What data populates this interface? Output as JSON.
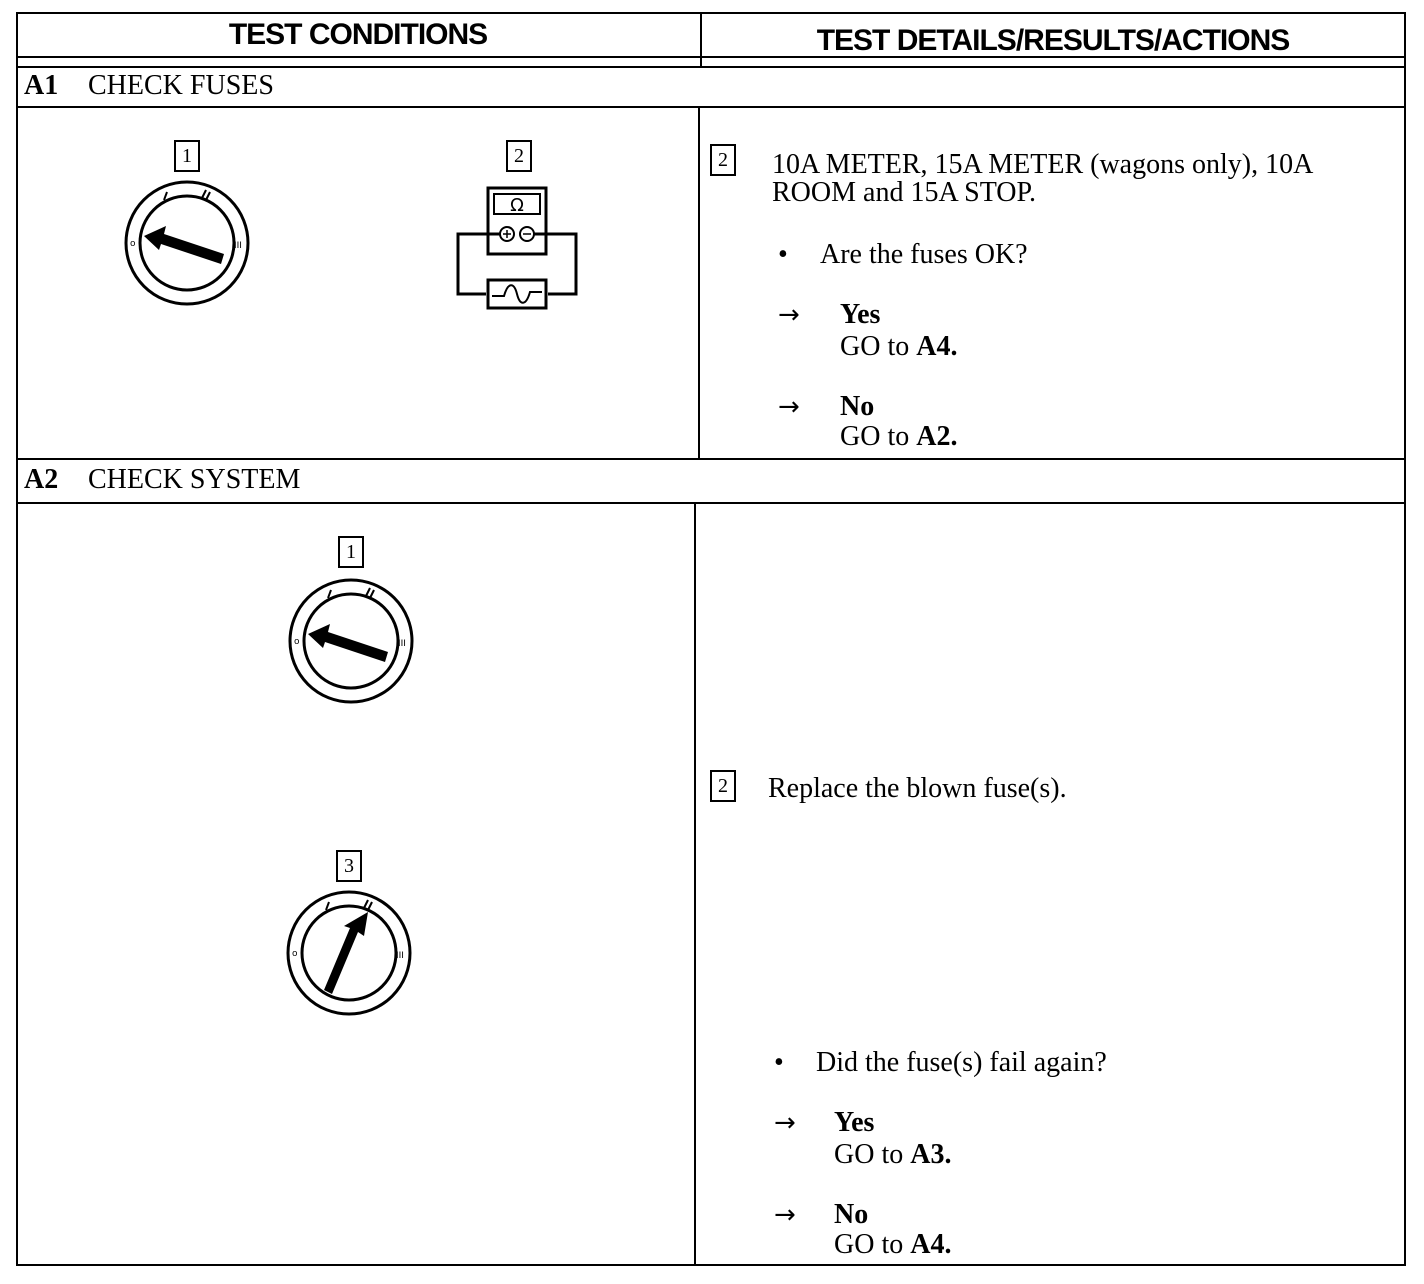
{
  "header": {
    "left": "TEST CONDITIONS",
    "right": "TEST DETAILS/RESULTS/ACTIONS"
  },
  "sections": [
    {
      "id": "A1",
      "title": "CHECK FUSES",
      "figure_labels": [
        "1",
        "2"
      ],
      "meter_symbol": "Ω",
      "step_box": "2",
      "step_text_line1": "10A METER, 15A METER (wagons only), 10A",
      "step_text_line2": "ROOM and 15A STOP.",
      "question_bullet": "•",
      "question": "Are the fuses OK?",
      "yes_label": "Yes",
      "yes_action_prefix": "GO to",
      "yes_action_target": "A4.",
      "no_label": "No",
      "no_action_prefix": "GO to",
      "no_action_target": "A2."
    },
    {
      "id": "A2",
      "title": "CHECK SYSTEM",
      "figure_labels": [
        "1",
        "3"
      ],
      "step_box": "2",
      "step_text": "Replace the blown fuse(s).",
      "question_bullet": "•",
      "question": "Did the fuse(s) fail again?",
      "yes_label": "Yes",
      "yes_action_prefix": "GO to",
      "yes_action_target": "A3.",
      "no_label": "No",
      "no_action_prefix": "GO to",
      "no_action_target": "A4."
    }
  ],
  "arrow_glyph": "→",
  "icons": {
    "ignition_switch": "ignition-key-switch-icon",
    "ohmmeter": "ohmmeter-icon",
    "fuse": "fuse-icon"
  }
}
